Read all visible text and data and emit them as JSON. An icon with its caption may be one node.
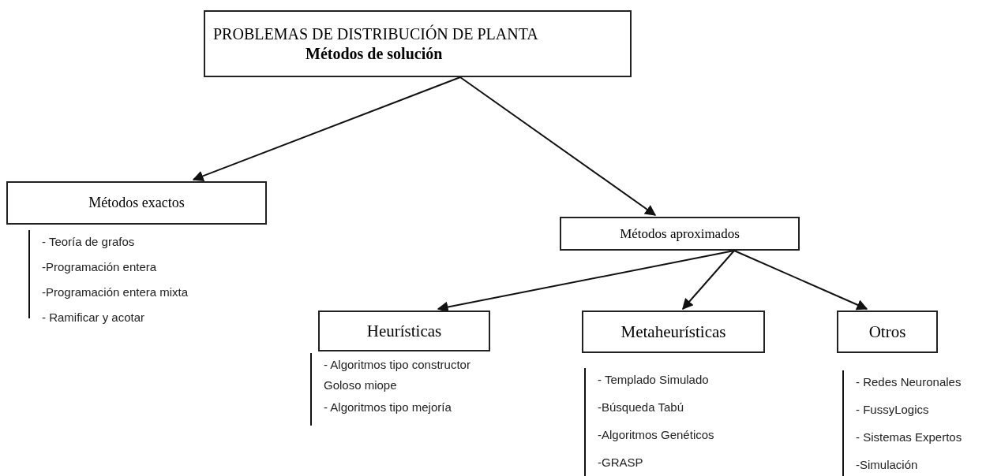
{
  "diagram": {
    "nodes": [
      {
        "text": [
          "PROBLEMAS DE DISTRIBUCIÓN DE PLANTA",
          "Métodos de solución"
        ]
      },
      {
        "text": [
          "Métodos exactos"
        ],
        "beside": [
          "- Teoría de grafos",
          "-Programación entera",
          "-Programación entera mixta",
          "- Ramificar y acotar"
        ]
      },
      {
        "text": [
          "Métodos aproximados"
        ]
      },
      {
        "text": [
          "Heurísticas"
        ],
        "beside": [
          "- Algoritmos tipo constructor Goloso miope",
          "- Algoritmos tipo mejoría"
        ]
      },
      {
        "text": [
          "Metaheurísticas"
        ],
        "beside": [
          "- Templado Simulado",
          "-Búsqueda Tabú",
          "-Algoritmos Genéticos",
          "-GRASP"
        ]
      },
      {
        "text": [
          "Otros"
        ],
        "beside": [
          "- Redes Neuronales",
          "- FussyLogics",
          "- Sistemas Expertos",
          "-Simulación"
        ]
      }
    ],
    "edges": [
      {
        "from": 0,
        "to": 1,
        "arrow": "to"
      },
      {
        "from": 0,
        "to": 2,
        "arrow": "to"
      },
      {
        "from": 2,
        "to": 3,
        "arrow": "to"
      },
      {
        "from": 2,
        "to": 4,
        "arrow": "to"
      },
      {
        "from": 2,
        "to": 5,
        "arrow": "to"
      }
    ]
  }
}
